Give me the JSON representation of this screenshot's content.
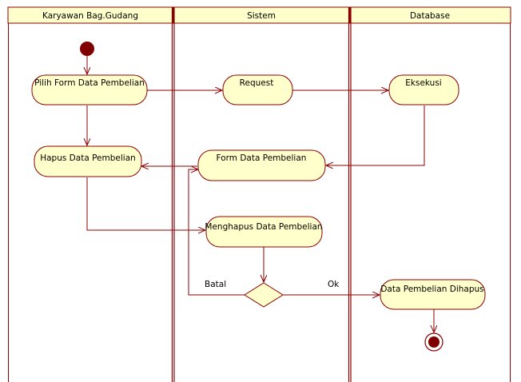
{
  "swimlanes": [
    {
      "title": "Karyawan Bag.Gudang"
    },
    {
      "title": "Sistem"
    },
    {
      "title": "Database"
    }
  ],
  "activities": {
    "pilih_form": "Pilih Form Data Pembelian",
    "request": "Request",
    "eksekusi": "Eksekusi",
    "hapus": "Hapus Data Pembelian",
    "form_data": "Form Data Pembelian",
    "menghapus": "Menghapus Data Pembelian",
    "dihapus": "Data Pembelian Dihapus"
  },
  "guards": {
    "batal": "Batal",
    "ok": "Ok"
  },
  "colors": {
    "node_fill": "#ffffcc",
    "header_fill": "#ffffcc",
    "stroke": "#8b0000",
    "start": "#800000"
  }
}
